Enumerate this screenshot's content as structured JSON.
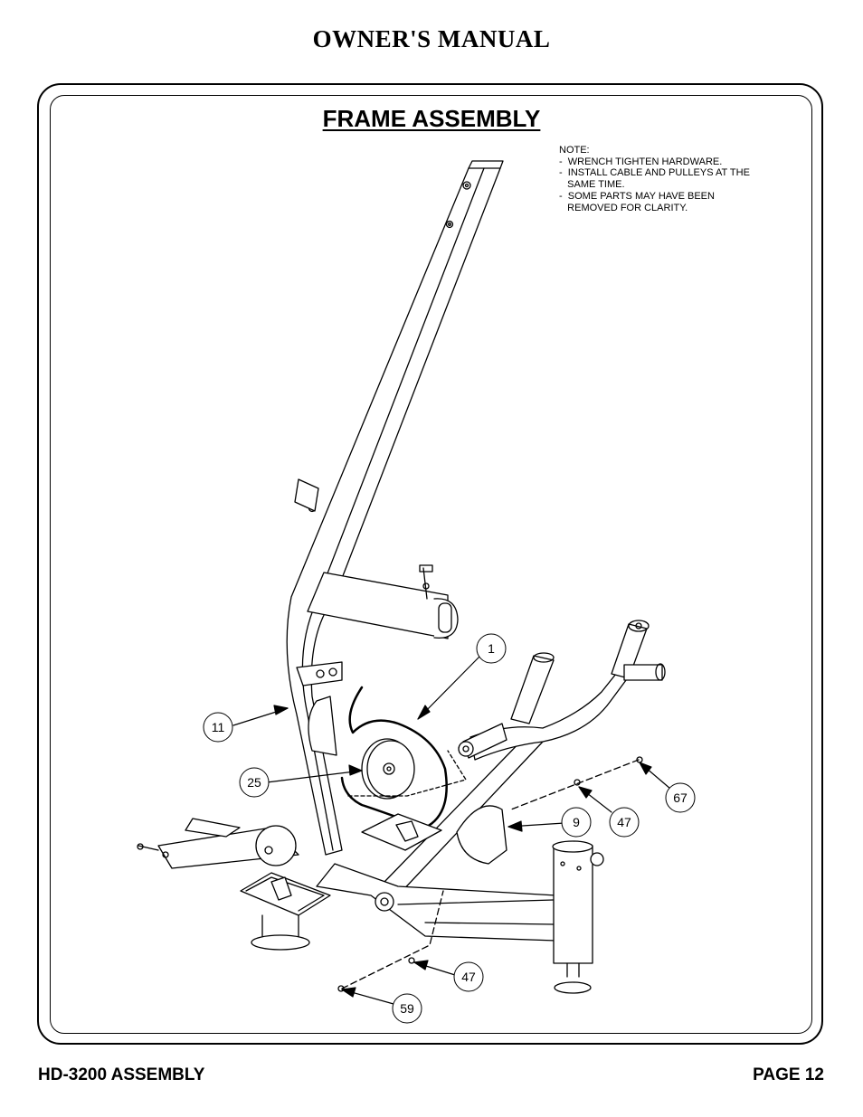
{
  "header": {
    "title": "OWNER'S MANUAL"
  },
  "section": {
    "title": "FRAME ASSEMBLY"
  },
  "notes": {
    "heading": "NOTE:",
    "items": [
      "-  WRENCH TIGHTEN HARDWARE.",
      "-  INSTALL CABLE AND PULLEYS AT THE\n   SAME TIME.",
      "-  SOME PARTS MAY HAVE BEEN\n   REMOVED FOR CLARITY."
    ]
  },
  "callouts": [
    "1",
    "11",
    "25",
    "9",
    "47",
    "67",
    "47",
    "59"
  ],
  "footer": {
    "left": "HD-3200 ASSEMBLY",
    "right": "PAGE 12"
  }
}
